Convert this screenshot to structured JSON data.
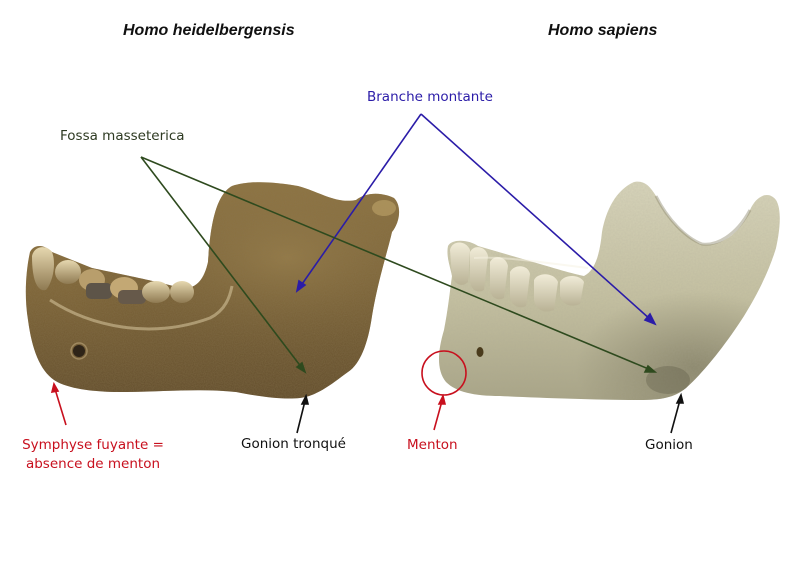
{
  "titles": {
    "left": "Homo heidelbergensis",
    "right": "Homo sapiens"
  },
  "labels": {
    "branche_montante": "Branche montante",
    "fossa_masseterica": "Fossa masseterica",
    "symphyse_line1": "Symphyse fuyante =",
    "symphyse_line2": "absence de menton",
    "gonion_tronque": "Gonion tronqué",
    "menton": "Menton",
    "gonion": "Gonion"
  },
  "colors": {
    "blue_annotation": "#2b1ca8",
    "green_annotation": "#2e4a1e",
    "red_annotation": "#c8101e",
    "black_annotation": "#111111",
    "fossil_bone": "#8a6f3e",
    "modern_bone": "#c9c5a6"
  },
  "specimens": [
    {
      "name": "Homo heidelbergensis",
      "description": "Fossil mandible, lateral view, dark brown"
    },
    {
      "name": "Homo sapiens",
      "description": "Modern mandible, lateral view, pale ivory"
    }
  ]
}
